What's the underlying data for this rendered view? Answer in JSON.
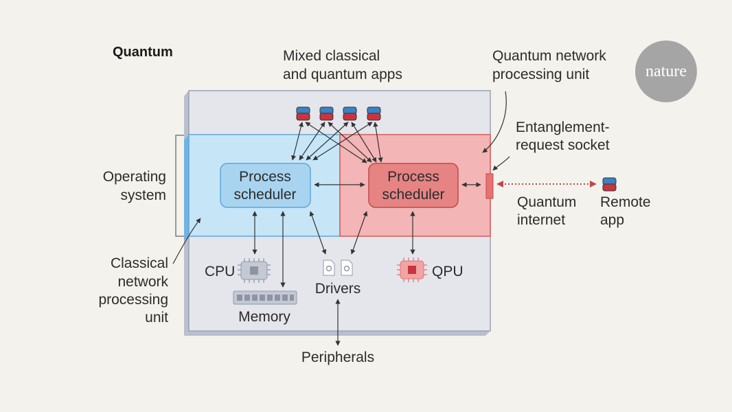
{
  "figure": {
    "title": "Quantum",
    "apps_label": [
      "Mixed classical",
      "and quantum apps"
    ],
    "qnpu_label": [
      "Quantum network",
      "processing unit"
    ],
    "socket_label": [
      "Entanglement-",
      "request socket"
    ],
    "os_label": [
      "Operating",
      "system"
    ],
    "cnpu_label": [
      "Classical",
      "network",
      "processing",
      "unit"
    ],
    "classical_scheduler": [
      "Process",
      "scheduler"
    ],
    "quantum_scheduler": [
      "Process",
      "scheduler"
    ],
    "cpu_label": "CPU",
    "memory_label": "Memory",
    "drivers_label": "Drivers",
    "qpu_label": "QPU",
    "peripherals_label": "Peripherals",
    "internet_label": [
      "Quantum",
      "internet"
    ],
    "remote_label": [
      "Remote",
      "app"
    ],
    "logo": "nature"
  },
  "colors": {
    "background": "#f4f2ec",
    "outer_box": "#e4e6ec",
    "classical_region": "#c6e6f8",
    "quantum_region": "#f3b5b5",
    "classical_scheduler": "#a9d4f0",
    "quantum_scheduler": "#e68484",
    "app_blue": "#3a82c4",
    "app_red": "#c9343f",
    "link_arrow": "#c24848",
    "logo_circle": "#a5a5a5"
  },
  "icons": [
    "app-icon",
    "cpu-chip-icon",
    "memory-module-icon",
    "driver-file-icon",
    "qpu-chip-icon",
    "remote-app-icon"
  ]
}
